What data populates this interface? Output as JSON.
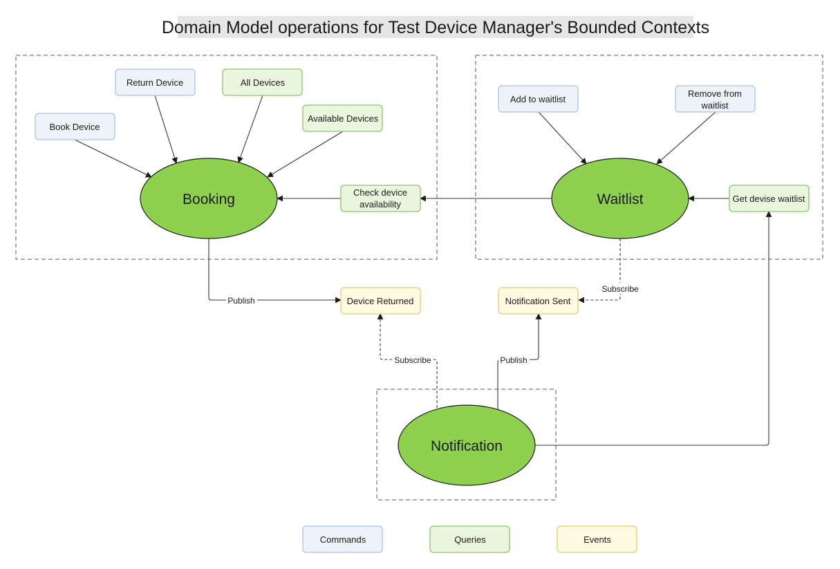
{
  "title": "Domain Model operations for Test Device Manager's Bounded Contexts",
  "contexts": {
    "booking": "Booking",
    "waitlist": "Waitlist",
    "notification": "Notification"
  },
  "commands": {
    "book_device": "Book Device",
    "return_device": "Return Device",
    "add_to_waitlist": "Add to waitlist",
    "remove_from_waitlist_1": "Remove from",
    "remove_from_waitlist_2": "waitlist"
  },
  "queries": {
    "all_devices": "All Devices",
    "available_devices": "Available Devices",
    "check_availability_1": "Check device",
    "check_availability_2": "availability",
    "get_waitlist": "Get devise waitlist"
  },
  "events": {
    "device_returned": "Device Returned",
    "notification_sent": "Notification Sent"
  },
  "edge_labels": {
    "booking_publish": "Publish",
    "waitlist_subscribe": "Subscribe",
    "notification_subscribe": "Subscribe",
    "notification_publish": "Publish"
  },
  "legend": {
    "commands": "Commands",
    "queries": "Queries",
    "events": "Events"
  },
  "colors": {
    "context_fill": "#8ed14f",
    "command_fill": "#eef3fa",
    "command_border": "#a9c3e0",
    "query_fill": "#eaf6de",
    "query_border": "#8cc46a",
    "event_fill": "#fffbe0",
    "event_border": "#e8c973"
  }
}
